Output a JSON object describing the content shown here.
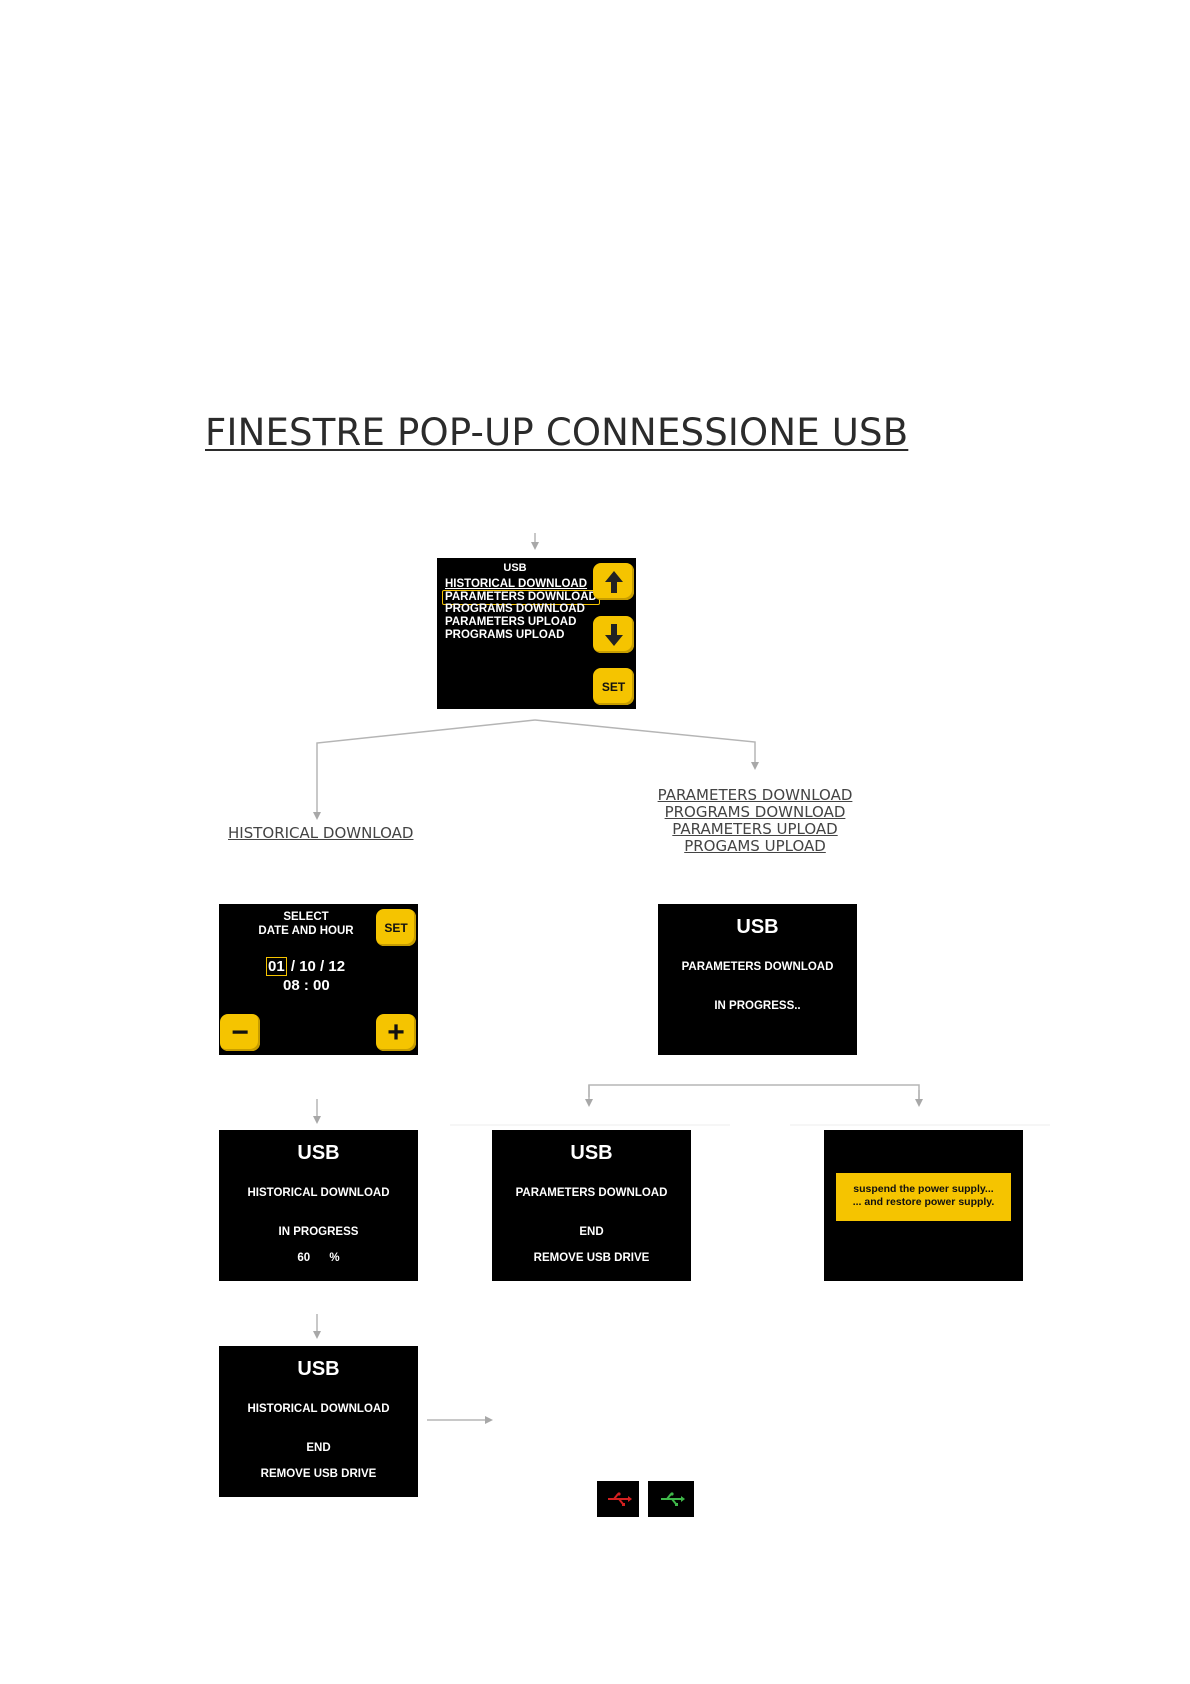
{
  "title": "FINESTRE POP-UP CONNESSIONE USB",
  "menu_screen": {
    "header": "USB",
    "items": [
      "HISTORICAL DOWNLOAD",
      "PARAMETERS DOWNLOAD",
      "PROGRAMS DOWNLOAD",
      "PARAMETERS UPLOAD",
      "PROGRAMS UPLOAD"
    ],
    "selected_item": "PARAMETERS DOWNLOAD",
    "set_label": "SET",
    "up_icon": "arrow-up-icon",
    "down_icon": "arrow-down-icon"
  },
  "labels": {
    "historical": "HISTORICAL DOWNLOAD",
    "params_lines": [
      "PARAMETERS DOWNLOAD",
      "PROGRAMS DOWNLOAD",
      "PARAMETERS UPLOAD",
      "PROGAMS UPLOAD"
    ]
  },
  "date_screen": {
    "line1": "SELECT",
    "line2": "DATE AND HOUR",
    "day": "01",
    "date_rest": "/ 10 / 12",
    "time": "08 : 00",
    "set_label": "SET",
    "minus": "−",
    "plus": "+"
  },
  "params_progress_screen": {
    "header": "USB",
    "line1": "PARAMETERS DOWNLOAD",
    "line2": "IN PROGRESS.."
  },
  "hist_progress_screen": {
    "header": "USB",
    "line1": "HISTORICAL DOWNLOAD",
    "line2": "IN PROGRESS",
    "percent_value": "60",
    "percent_sign": "%"
  },
  "params_end_screen": {
    "header": "USB",
    "line1": "PARAMETERS DOWNLOAD",
    "line2": "END",
    "line3": "REMOVE USB DRIVE"
  },
  "power_screen": {
    "line1": "suspend the power supply...",
    "line2": "... and restore power supply."
  },
  "hist_end_screen": {
    "header": "USB",
    "line1": "HISTORICAL DOWNLOAD",
    "line2": "END",
    "line3": "REMOVE USB DRIVE"
  },
  "usb_indicators": [
    {
      "name": "usb-disconnected-icon",
      "color": "#d42020"
    },
    {
      "name": "usb-connected-icon",
      "color": "#3fb84a"
    }
  ],
  "colors": {
    "accent": "#f5c400",
    "screen_bg": "#000000",
    "connector": "#b5b5b5"
  }
}
